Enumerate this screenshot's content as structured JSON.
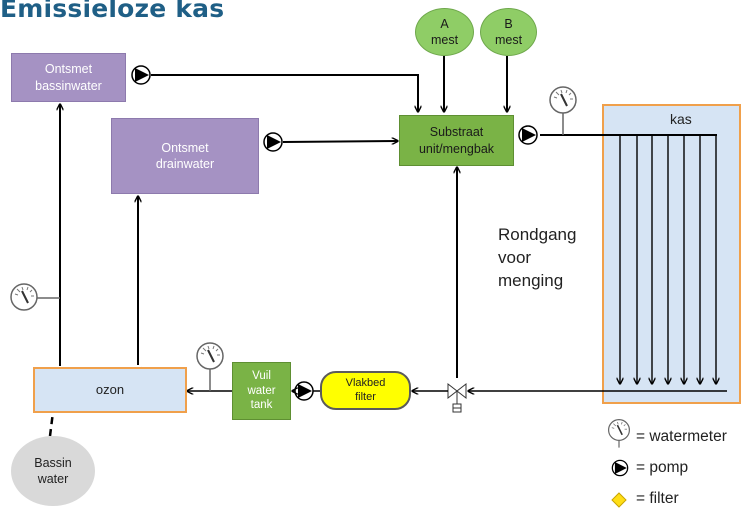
{
  "title": "Emissieloze kas",
  "nodes": {
    "ontsmet_bassin": "Ontsmet\nbassinwater",
    "ontsmet_drain": "Ontsmet\ndrainwater",
    "substraat": "Substraat\nunit/mengbak",
    "a_mest": "A\nmest",
    "b_mest": "B\nmest",
    "kas": "kas",
    "ozon": "ozon",
    "vuil_water": "Vuil\nwater\ntank",
    "vlakbed": "Vlakbed\nfilter",
    "bassin_water": "Bassin\nwater"
  },
  "annotation": "Rondgang\nvoor\nmenging",
  "legend": [
    {
      "icon": "watermeter-icon",
      "label": "= watermeter"
    },
    {
      "icon": "pump-icon",
      "label": "= pomp"
    },
    {
      "icon": "filter-icon",
      "label": "= filter"
    }
  ],
  "colors": {
    "title": "#1f5f86",
    "purple_box": "#a592c3",
    "green_box": "#7ab346",
    "mest_circle": "#8fcd66",
    "kas_fill": "#d6e4f4",
    "kas_border": "#f0a04b",
    "filter_yellow": "#ffff00",
    "tank_dark": "#45454a"
  }
}
